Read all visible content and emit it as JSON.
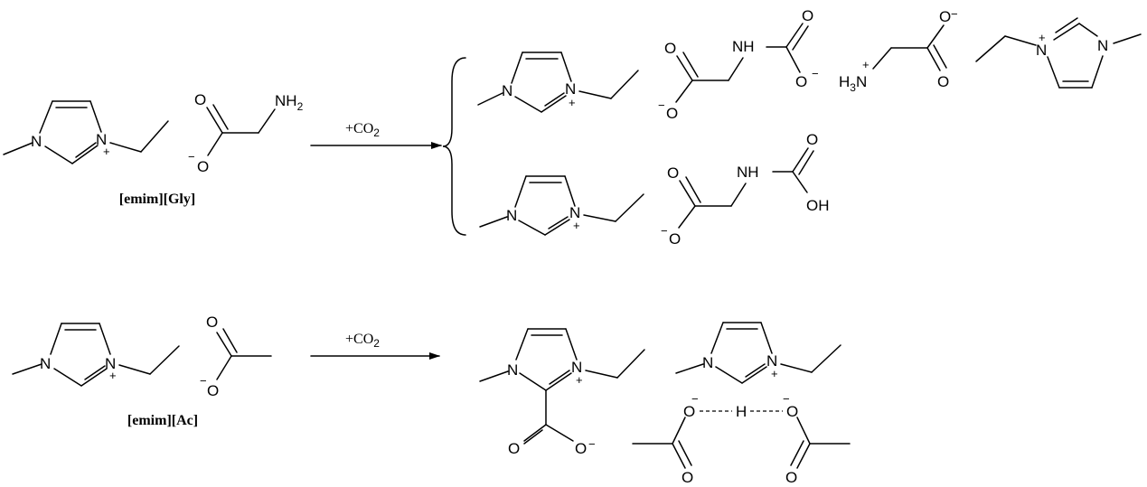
{
  "scheme": {
    "reaction_glycinate": {
      "reactant_label": "[emim][Gly]",
      "condition_prefix": "+CO",
      "condition_subscript": "2"
    },
    "reaction_acetate": {
      "reactant_label": "[emim][Ac]",
      "condition_prefix": "+CO",
      "condition_subscript": "2"
    }
  },
  "atoms": {
    "nitrogen": "N",
    "oxygen": "O",
    "hydrogen": "H",
    "amine_nh2": "NH",
    "amine_nh2_sub": "2",
    "amide_nh": "NH",
    "hydroxyl": "OH",
    "ammonium": "H",
    "ammonium_sub": "3",
    "ammonium_n": "N"
  },
  "charges": {
    "plus": "+",
    "minus": "−"
  },
  "colors": {
    "ink": "#000000",
    "background": "#ffffff"
  }
}
